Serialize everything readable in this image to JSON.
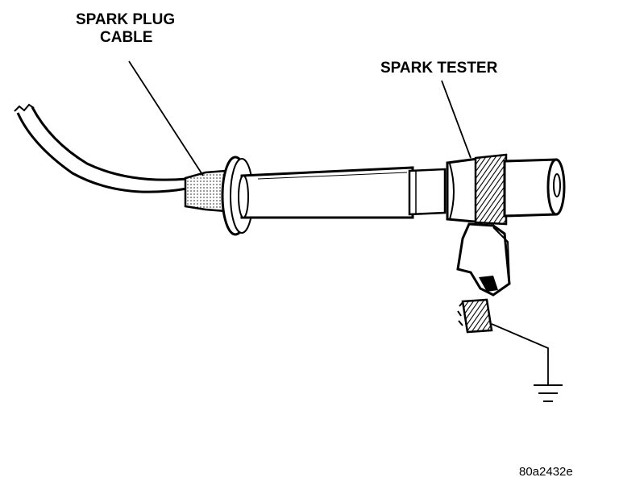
{
  "labels": {
    "spark_plug_cable_line1": "SPARK PLUG",
    "spark_plug_cable_line2": "CABLE",
    "spark_tester": "SPARK TESTER",
    "figure_id": "80a2432e"
  },
  "colors": {
    "ink": "#000000",
    "paper": "#ffffff",
    "shade": "#bdbdbd",
    "shade_dark": "#7a7a7a"
  },
  "icons": {
    "ground": "ground-symbol-icon"
  }
}
